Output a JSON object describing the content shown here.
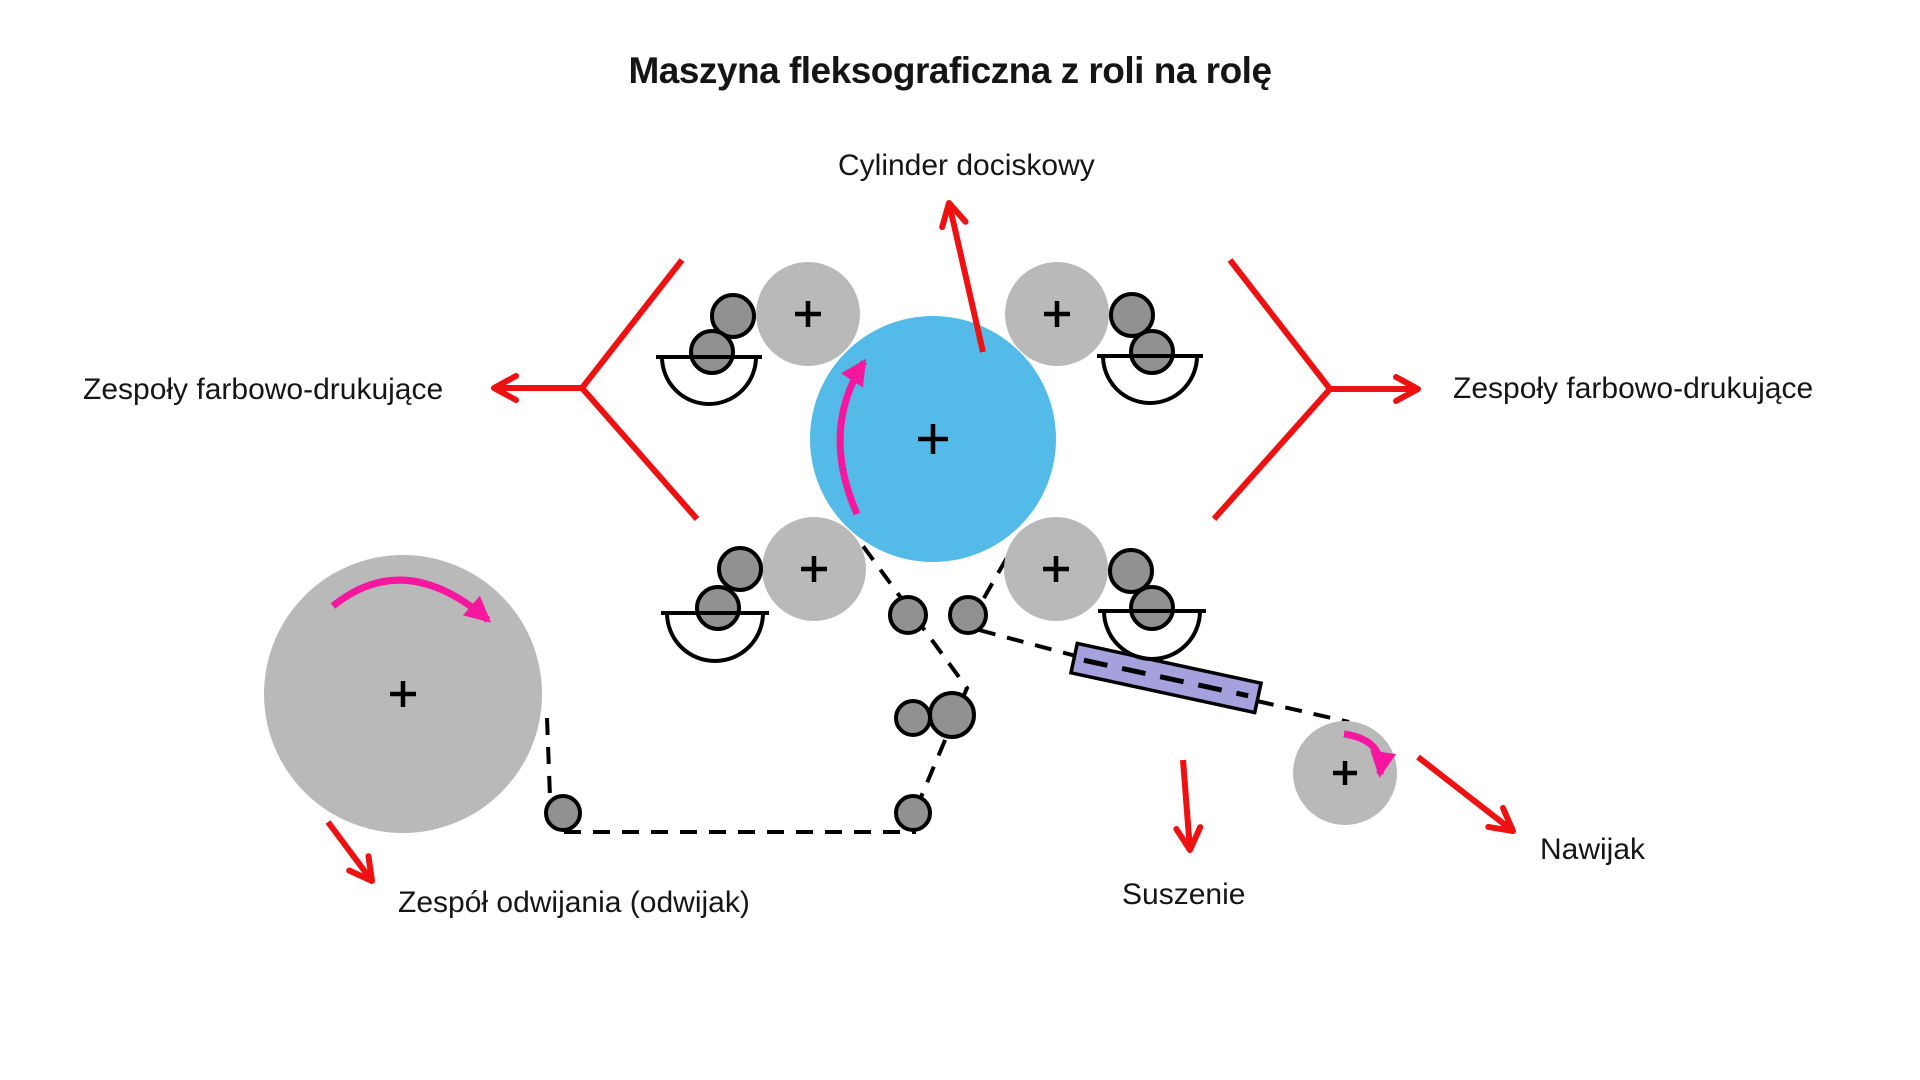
{
  "title": "Maszyna fleksograficzna z roli na rolę",
  "diagram": {
    "impression_label": "Cylinder dociskowy",
    "ink_units_left_label": "Zespoły farbowo-drukujące",
    "ink_units_right_label": "Zespoły farbowo-drukujące",
    "unwinder_label": "Zespół odwijania (odwijak)",
    "drying_label": "Suszenie",
    "rewinder_label": "Nawijak"
  },
  "colors": {
    "impression_cylinder_blue": "#54bbe8",
    "cylinder_gray": "#b9b9b9",
    "roller_gray": "#919191",
    "dryer_lavender": "#a5a1dc",
    "leader_arrow_red": "#ee1111",
    "rotation_arrow_magenta": "#f5189e",
    "outline_black": "#000000",
    "text_color": "#151515",
    "background": "#ffffff"
  }
}
